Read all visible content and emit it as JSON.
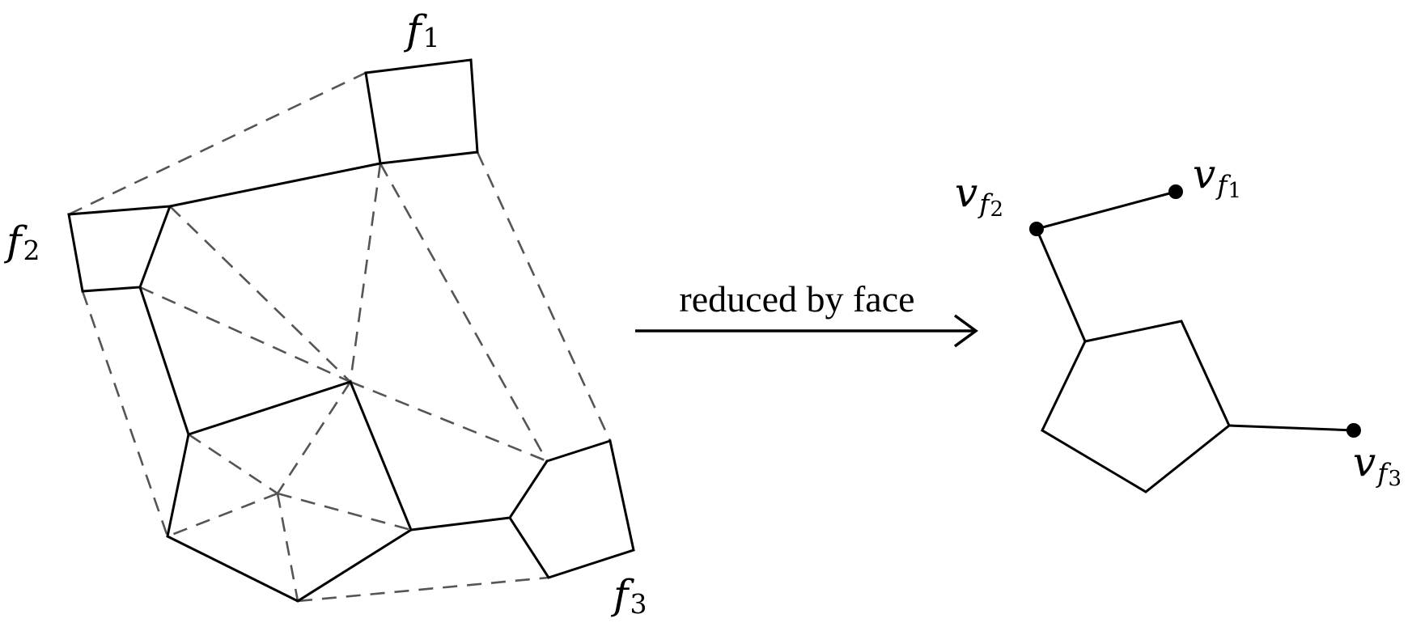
{
  "left_graph": {
    "face_labels": [
      {
        "main": "f",
        "sub": "1"
      },
      {
        "main": "f",
        "sub": "2"
      },
      {
        "main": "f",
        "sub": "3"
      }
    ]
  },
  "arrow": {
    "label": "reduced by face"
  },
  "right_graph": {
    "vertex_labels": [
      {
        "main": "v",
        "sub": "f",
        "subsub": "1"
      },
      {
        "main": "v",
        "sub": "f",
        "subsub": "2"
      },
      {
        "main": "v",
        "sub": "f",
        "subsub": "3"
      }
    ]
  },
  "colors": {
    "solid_edge": "#000000",
    "dashed_edge": "#555555"
  }
}
